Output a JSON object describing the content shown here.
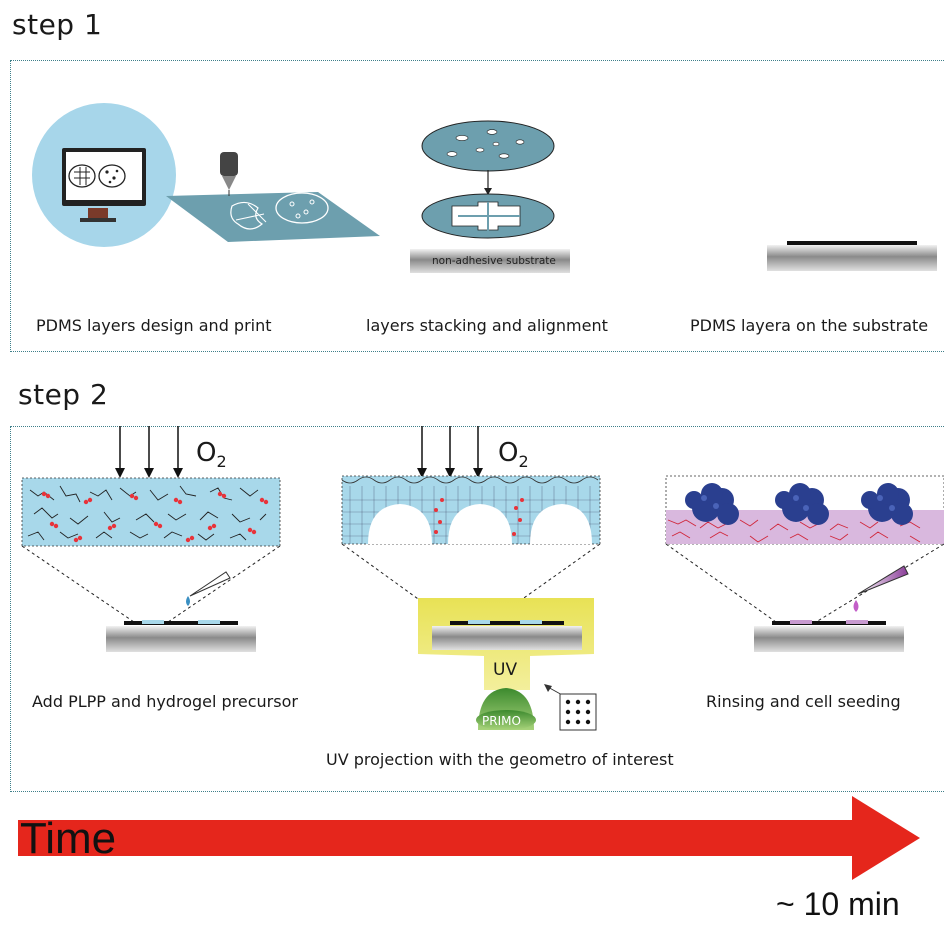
{
  "step1": {
    "heading": "step 1",
    "captions": [
      "PDMS layers design and print",
      "layers stacking and alignment",
      "PDMS layera on the substrate"
    ],
    "substrate_label": "non-adhesive substrate"
  },
  "step2": {
    "heading": "step 2",
    "gas": "O",
    "gas_sub": "2",
    "captions": [
      "Add PLPP and hydrogel precursor",
      "UV projection with the geometro of interest",
      "Rinsing and cell seeding"
    ],
    "uv_label": "UV",
    "projector_label": "PRIMO"
  },
  "timeline": {
    "label": "Time",
    "duration": "~ 10 min"
  },
  "colors": {
    "arrow_red": "#e5261c",
    "panel_border": "#3f7f8a",
    "hydrogel_blue": "#a8d8ea",
    "uv_yellow": "#ece66a",
    "projector_green": "#7fb84a",
    "cell_blue": "#2a3f8f",
    "cell_layer_pink": "#d9b8de",
    "pdms_sheet": "#6d9fae",
    "monitor_circle": "#a7d6ea"
  },
  "icons": [
    "computer-monitor-icon",
    "3d-printer-nozzle-icon",
    "pipette-icon",
    "uv-projector-icon",
    "dot-grid-pattern-icon"
  ]
}
